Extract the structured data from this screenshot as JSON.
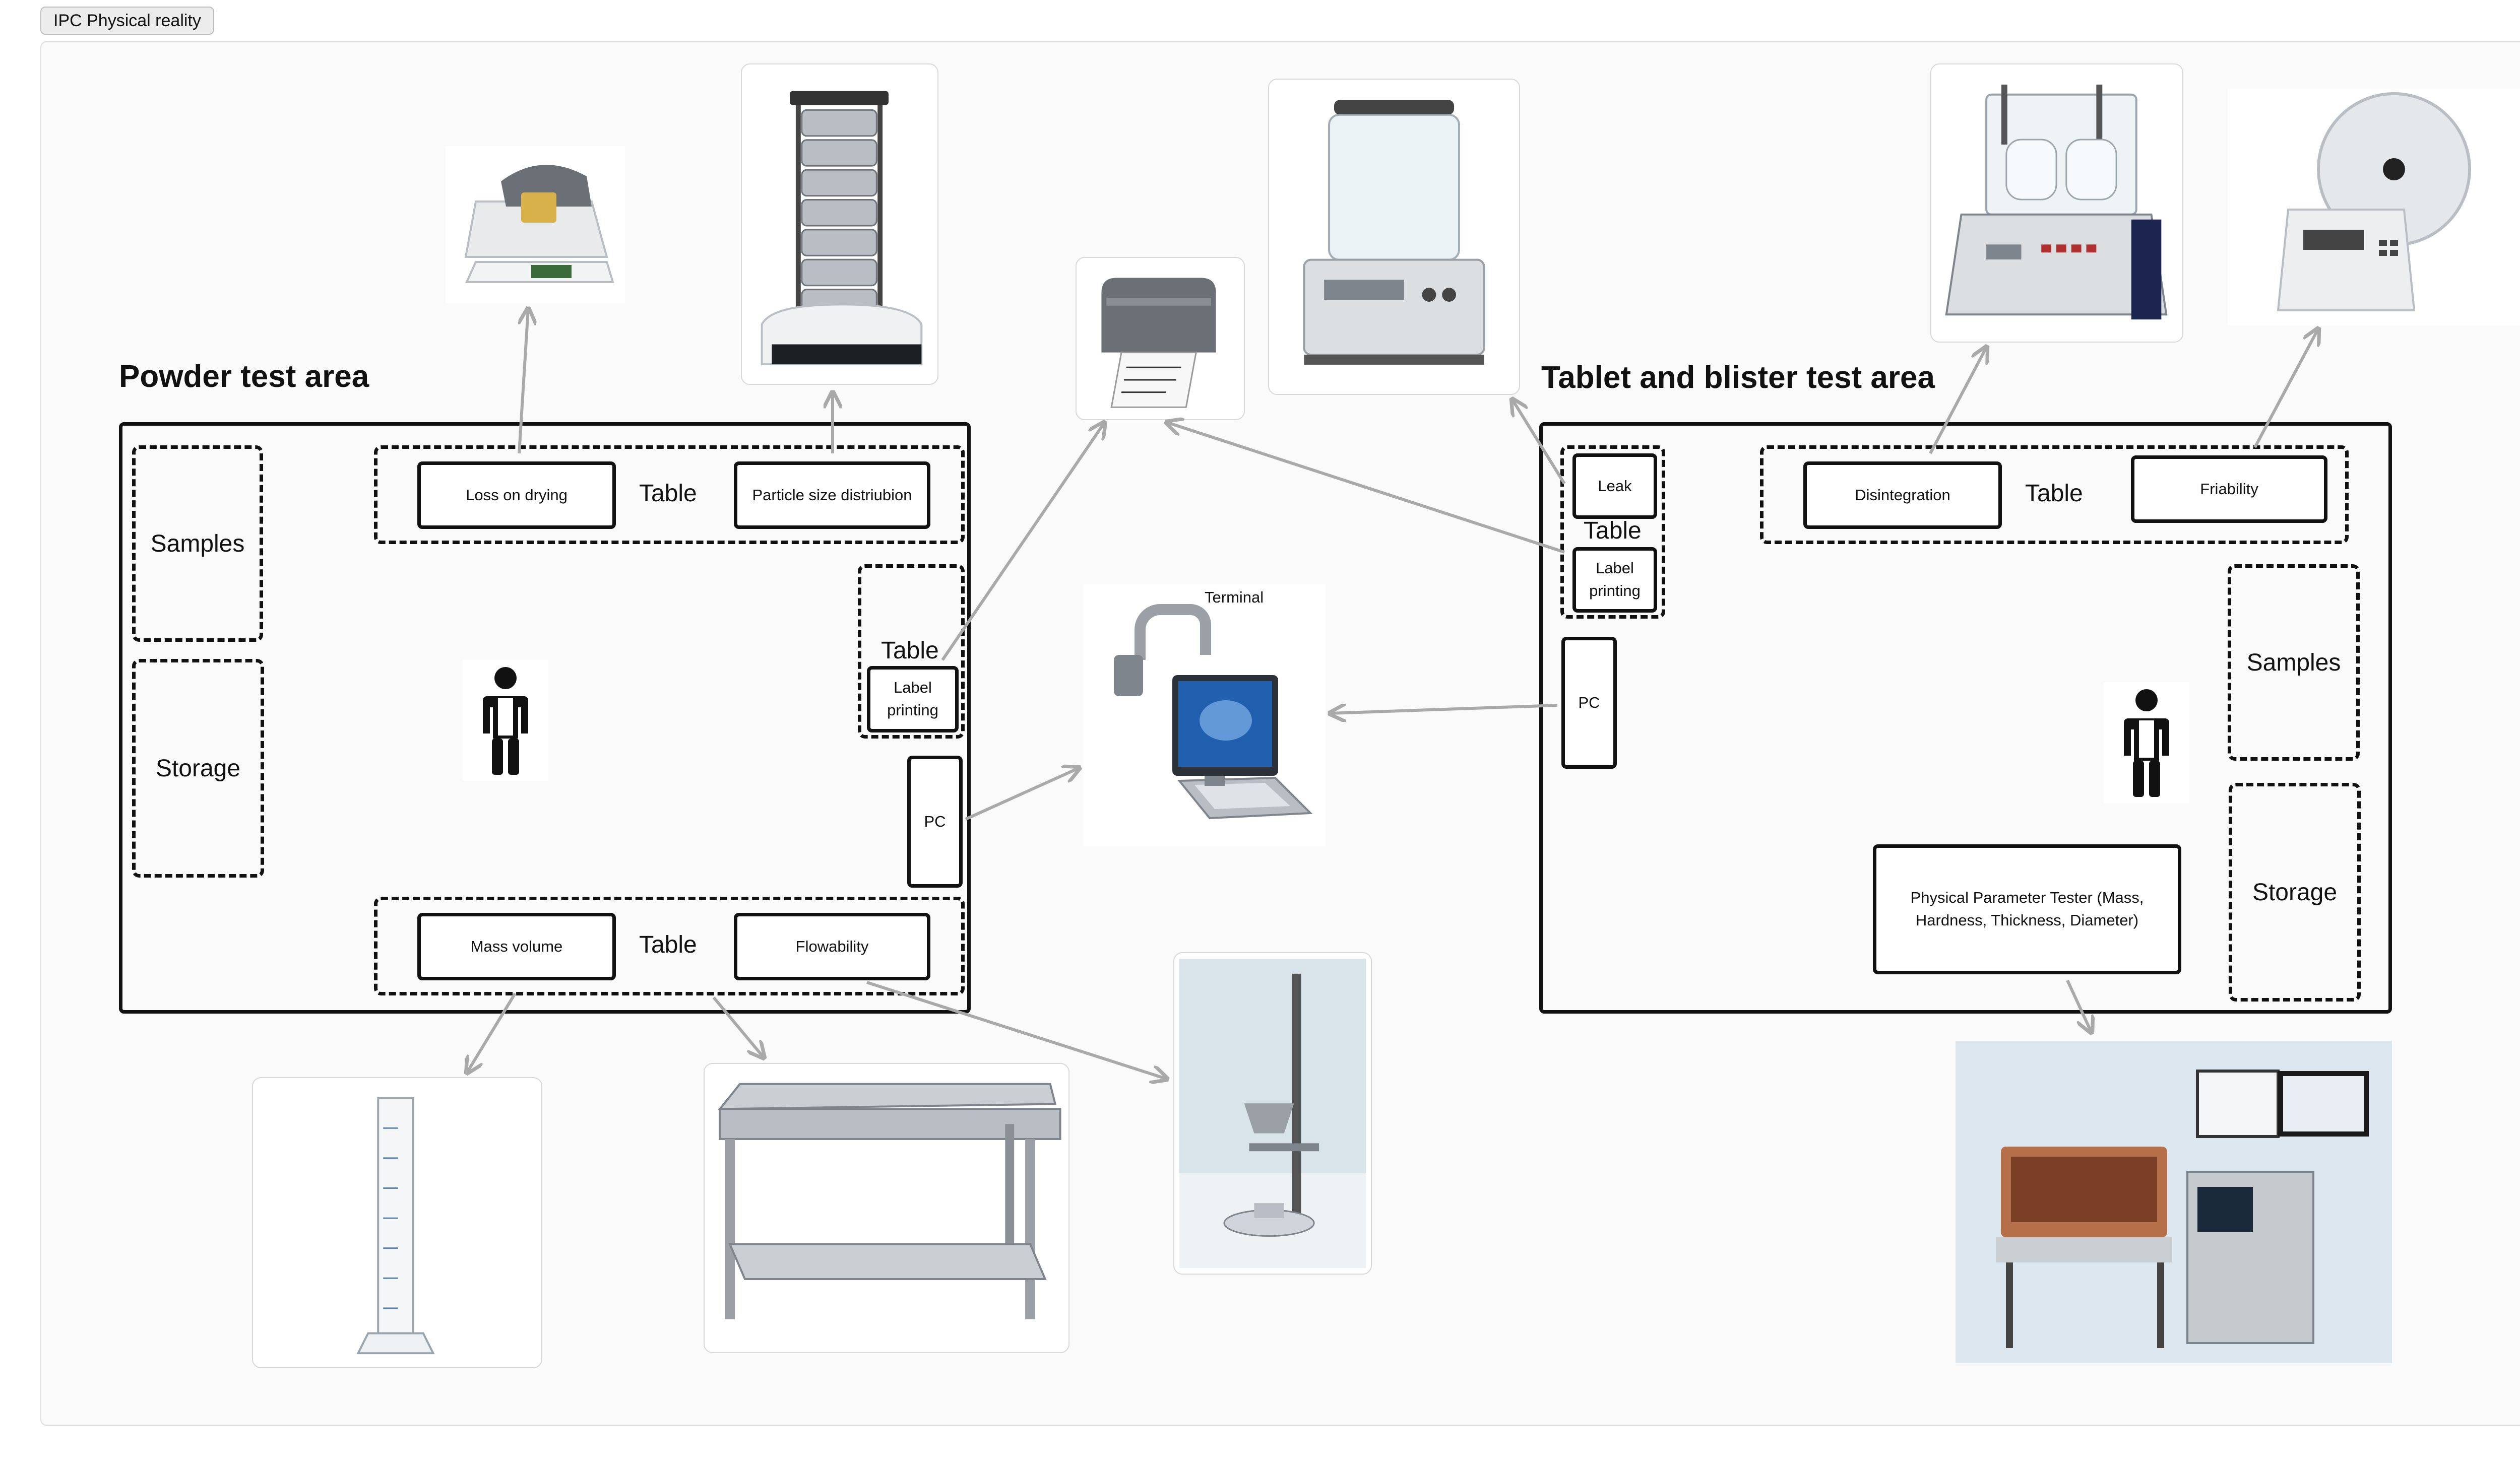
{
  "frame": {
    "tag": "IPC Physical reality"
  },
  "powder_area": {
    "title": "Powder test area",
    "samples": "Samples",
    "storage": "Storage",
    "top_table": {
      "label": "Table",
      "loss_on_drying": "Loss on drying",
      "particle_size": "Particle size distriubion"
    },
    "side_table": {
      "label": "Table",
      "label_printing": "Label printing"
    },
    "pc": "PC",
    "bottom_table": {
      "label": "Table",
      "mass_volume": "Mass volume",
      "flowability": "Flowability"
    }
  },
  "terminal": {
    "label": "Terminal"
  },
  "tablet_area": {
    "title": "Tablet and blister test area",
    "side_table": {
      "label": "Table",
      "leak": "Leak",
      "label_printing": "Label printing"
    },
    "pc": "PC",
    "top_table": {
      "label": "Table",
      "disintegration": "Disintegration",
      "friability": "Friability"
    },
    "samples": "Samples",
    "storage": "Storage",
    "physical_tester": "Physical Parameter Tester (Mass, Hardness, Thickness, Diameter)"
  },
  "colors": {
    "outline": "#111111",
    "arrow": "#a9a9a9",
    "board": "#fafafa",
    "screen_blue": "#1f5fae",
    "metal": "#b9bec4"
  },
  "icons": {
    "photos": [
      "moisture-analyzer",
      "sieve-shaker",
      "label-printer",
      "leak-tester",
      "disintegration-tester",
      "friability-tester",
      "terminal-computer",
      "graduated-cylinder",
      "steel-table",
      "flowability-tester",
      "physical-parameter-tester"
    ],
    "people": [
      "worker-icon",
      "worker-icon"
    ]
  }
}
